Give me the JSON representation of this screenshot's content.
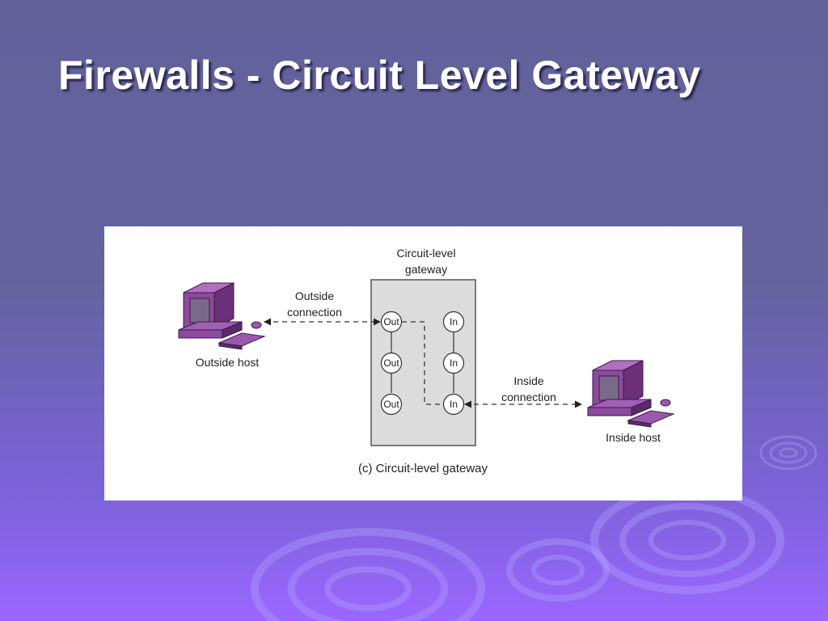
{
  "slide": {
    "title": "Firewalls - Circuit Level Gateway"
  },
  "diagram": {
    "gateway_label_line1": "Circuit-level",
    "gateway_label_line2": "gateway",
    "outside_connection_line1": "Outside",
    "outside_connection_line2": "connection",
    "inside_connection_line1": "Inside",
    "inside_connection_line2": "connection",
    "outside_host_label": "Outside host",
    "inside_host_label": "Inside host",
    "caption": "(c) Circuit-level gateway",
    "out_port_label": "Out",
    "in_port_label": "In",
    "ports": {
      "out": [
        "Out",
        "Out",
        "Out"
      ],
      "in": [
        "In",
        "In",
        "In"
      ]
    },
    "colors": {
      "gateway_fill": "#dcdcdc",
      "computer_purple": "#8e4a9e",
      "computer_dark": "#5a2a6a",
      "screen": "#7a6a8a"
    }
  }
}
